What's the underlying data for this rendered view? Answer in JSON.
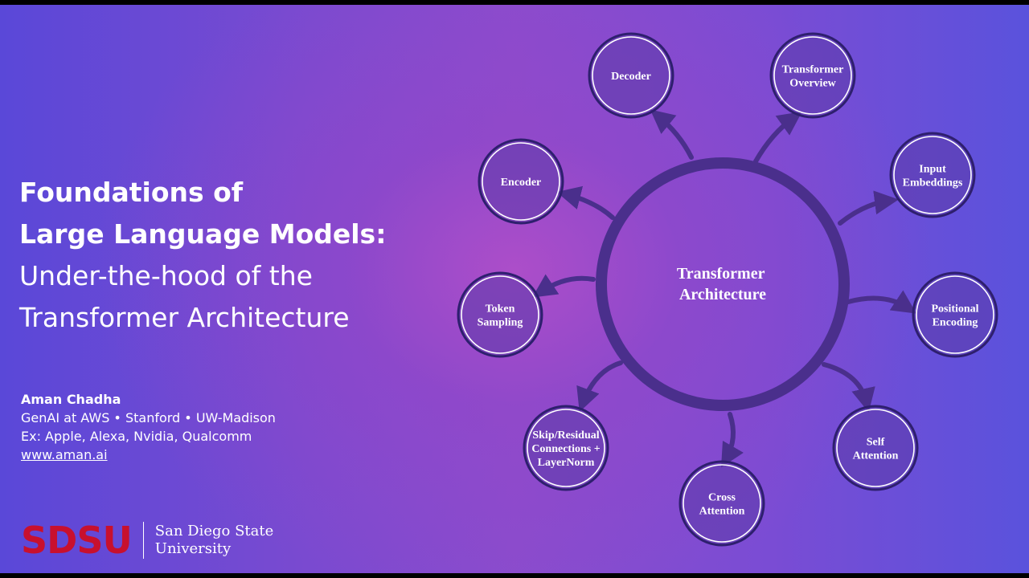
{
  "title": {
    "line1": "Foundations of",
    "line2": "Large Language Models:",
    "line3": "Under-the-hood of the",
    "line4": "Transformer Architecture"
  },
  "author": {
    "name": "Aman Chadha",
    "affiliation": "GenAI at AWS • Stanford • UW-Madison",
    "previous": "Ex: Apple, Alexa, Nvidia, Qualcomm",
    "website": "www.aman.ai"
  },
  "logo": {
    "mark": "SDSU",
    "name_line1": "San Diego State",
    "name_line2": "University",
    "color": "#c8102e"
  },
  "diagram": {
    "center": {
      "lines": [
        "Transformer",
        "Architecture"
      ]
    },
    "nodes": [
      {
        "id": "decoder",
        "lines": [
          "Decoder"
        ]
      },
      {
        "id": "transformer-overview",
        "lines": [
          "Transformer",
          "Overview"
        ]
      },
      {
        "id": "input-embeddings",
        "lines": [
          "Input",
          "Embeddings"
        ]
      },
      {
        "id": "positional-encoding",
        "lines": [
          "Positional",
          "Encoding"
        ]
      },
      {
        "id": "self-attention",
        "lines": [
          "Self",
          "Attention"
        ]
      },
      {
        "id": "cross-attention",
        "lines": [
          "Cross",
          "Attention"
        ]
      },
      {
        "id": "skip-residual",
        "lines": [
          "Skip/Residual",
          "Connections +",
          "LayerNorm"
        ]
      },
      {
        "id": "token-sampling",
        "lines": [
          "Token",
          "Sampling"
        ]
      },
      {
        "id": "encoder",
        "lines": [
          "Encoder"
        ]
      }
    ]
  },
  "colors": {
    "ring": "#4a2f8c",
    "node_border": "#ffffff",
    "arrow": "#4a2f8c"
  }
}
